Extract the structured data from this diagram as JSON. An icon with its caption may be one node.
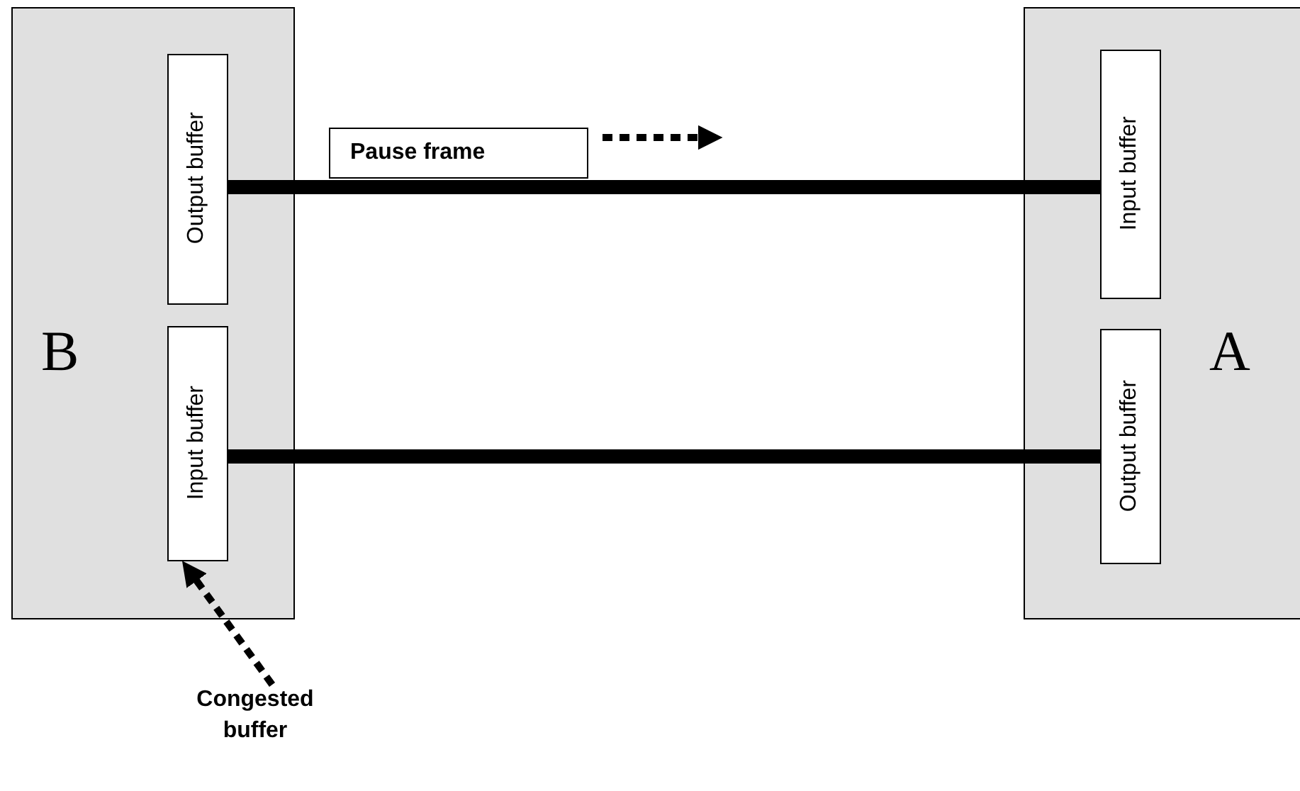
{
  "diagram": {
    "nodes": [
      {
        "text": [
          "B"
        ]
      },
      {
        "text": [
          "Output buffer"
        ],
        "in": 0
      },
      {
        "text": [
          "Input buffer"
        ],
        "in": 0
      },
      {
        "text": [
          "A"
        ]
      },
      {
        "text": [
          "Input buffer"
        ],
        "in": 3
      },
      {
        "text": [
          "Output buffer"
        ],
        "in": 3
      },
      {
        "text": [
          "Pause frame"
        ]
      },
      {
        "text": [
          "Congested buffer"
        ]
      }
    ],
    "edges": [
      {
        "from": 1,
        "to": 4,
        "arrow": "none",
        "style": "thick"
      },
      {
        "from": 2,
        "to": 5,
        "arrow": "none",
        "style": "thick"
      },
      {
        "from": 6,
        "to": null,
        "arrow": "to",
        "style": "dashed"
      },
      {
        "from": 7,
        "to": 2,
        "arrow": "to",
        "style": "dashed"
      }
    ]
  }
}
